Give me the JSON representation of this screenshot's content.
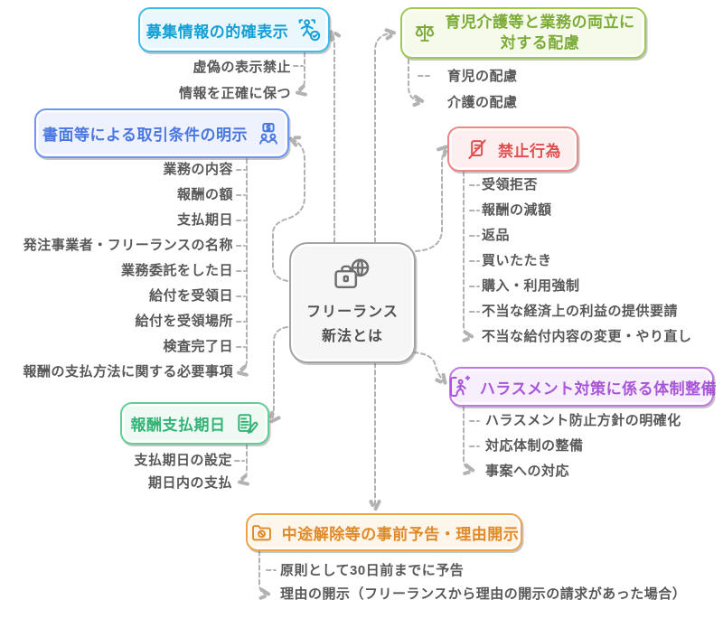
{
  "diagram": {
    "type": "mindmap",
    "connector_color": "#b2b2b2",
    "item_text_color": "#585858"
  },
  "center": {
    "lines": [
      "フリーランス",
      "新法とは"
    ],
    "icon": "briefcase-globe-icon",
    "colors": {
      "border": "#a2a2a2",
      "bg": "#f6f6f6",
      "text": "#4f4f4f"
    }
  },
  "branches": [
    {
      "id": "recruitment-info",
      "title": "募集情報の的確表示",
      "icon": "person-check-icon",
      "colors": {
        "border": "#3bbcee",
        "bg": "#eaf8fe",
        "text": "#14a0d6"
      },
      "items": [
        "虚偽の表示禁止",
        "情報を正確に保つ"
      ]
    },
    {
      "id": "childcare-consideration",
      "title_lines": [
        "育児介護等と業務の両立に",
        "対する配慮"
      ],
      "icon": "scale-icon",
      "colors": {
        "border": "#9fca52",
        "bg": "#f5faeb",
        "text": "#7cab37"
      },
      "items": [
        "育児の配慮",
        "介護の配慮"
      ]
    },
    {
      "id": "written-terms",
      "title": "書面等による取引条件の明示",
      "icon": "money-presentation-icon",
      "colors": {
        "border": "#6e97f3",
        "bg": "#edf2fe",
        "text": "#4a78e0"
      },
      "items": [
        "業務の内容",
        "報酬の額",
        "支払期日",
        "発注事業者・フリーランスの名称",
        "業務委託をした日",
        "給付を受領日",
        "給付を受領場所",
        "検査完了日",
        "報酬の支払方法に関する必要事項"
      ]
    },
    {
      "id": "prohibited-acts",
      "title": "禁止行為",
      "icon": "document-slash-icon",
      "colors": {
        "border": "#ef8585",
        "bg": "#fdefef",
        "text": "#e05050"
      },
      "items": [
        "受領拒否",
        "報酬の減額",
        "返品",
        "買いたたき",
        "購入・利用強制",
        "不当な経済上の利益の提供要請",
        "不当な給付内容の変更・やり直し"
      ]
    },
    {
      "id": "harassment-measures",
      "title": "ハラスメント対策に係る体制整備",
      "icon": "door-runner-icon",
      "colors": {
        "border": "#c176e3",
        "bg": "#f8effc",
        "text": "#a855d8"
      },
      "items": [
        "ハラスメント防止方針の明確化",
        "対応体制の整備",
        "事案への対応"
      ]
    },
    {
      "id": "payment-deadline",
      "title": "報酬支払期日",
      "icon": "invoice-pen-icon",
      "colors": {
        "border": "#5fcf96",
        "bg": "#eefaf3",
        "text": "#36b377"
      },
      "items": [
        "支払期日の設定",
        "期日内の支払"
      ]
    },
    {
      "id": "termination-notice",
      "title": "中途解除等の事前予告・理由開示",
      "icon": "folder-ban-icon",
      "colors": {
        "border": "#efa14c",
        "bg": "#fef6eb",
        "text": "#df8a28"
      },
      "items": [
        "原則として30日前までに予告",
        "理由の開示（フリーランスから理由の開示の請求があった場合）"
      ]
    }
  ]
}
